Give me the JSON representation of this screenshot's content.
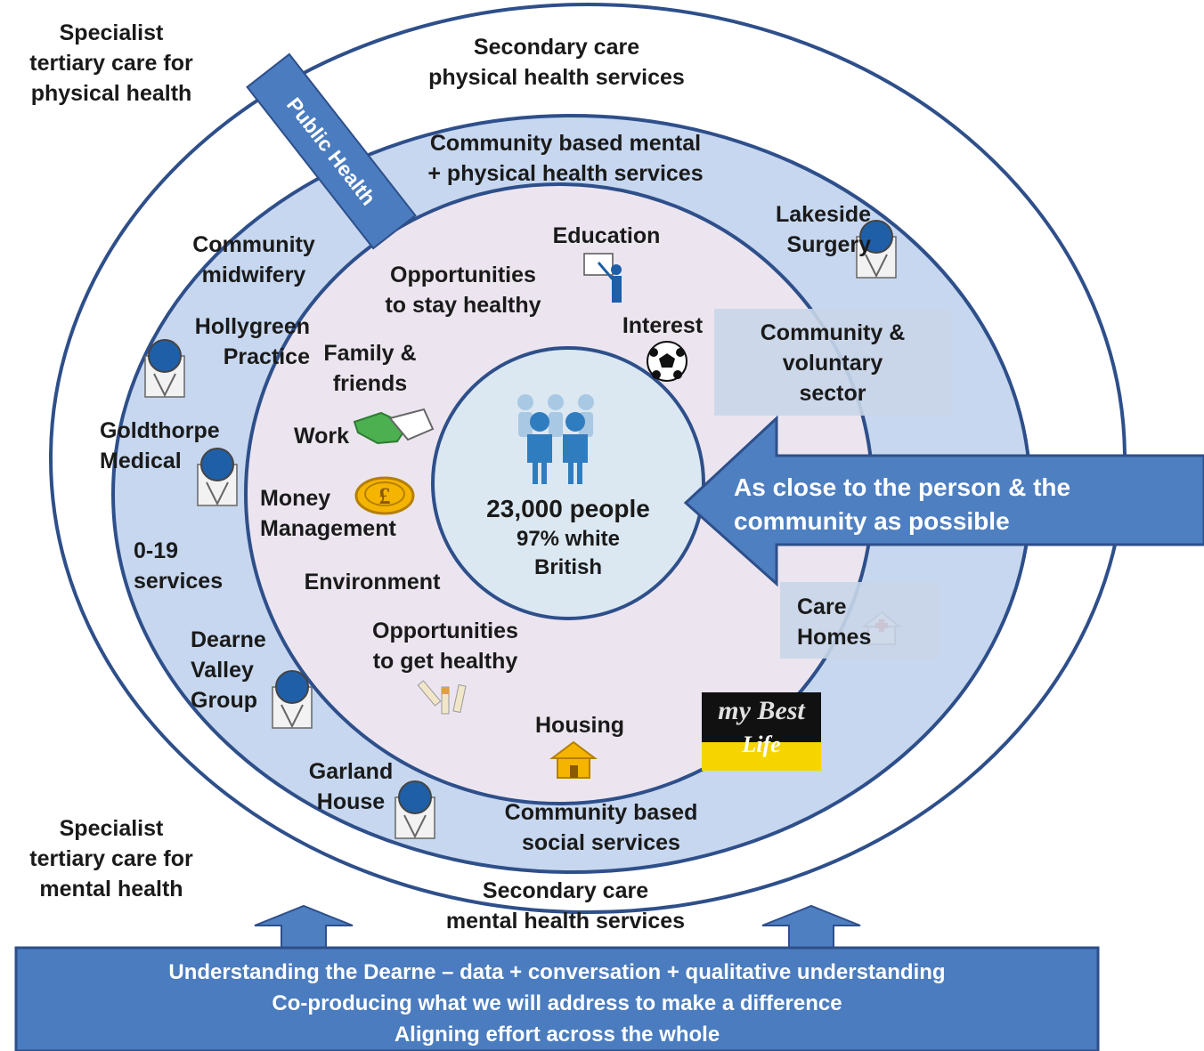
{
  "center": {
    "line1": "23,000 people",
    "line2": "97% white",
    "line3": "British"
  },
  "corners": {
    "tl": [
      "Specialist",
      "tertiary care for",
      "physical  health"
    ],
    "bl": [
      "Specialist",
      "tertiary care for",
      "mental health"
    ]
  },
  "outer_ring": {
    "top": [
      "Secondary  care",
      "physical  health services"
    ],
    "bottom": [
      "Secondary  care",
      "mental health services"
    ]
  },
  "public_health": "Public Health",
  "community_ring": {
    "top": [
      "Community  based mental",
      "+ physical  health services"
    ],
    "bottom": [
      "Community  based",
      "social   services"
    ],
    "midwifery": [
      "Community",
      "midwifery"
    ],
    "hollygreen": [
      "Hollygreen",
      "Practice"
    ],
    "goldthorpe": [
      "Goldthorpe",
      "Medical"
    ],
    "zero19": [
      "0-19",
      "services"
    ],
    "dearne": [
      "Dearne",
      "Valley",
      "Group"
    ],
    "garland": [
      "Garland",
      "House"
    ],
    "lakeside": [
      "Lakeside",
      "Surgery"
    ],
    "voluntary": [
      "Community  &",
      "voluntary",
      "sector"
    ],
    "care_homes": [
      "Care",
      "Homes"
    ]
  },
  "inner_ring": {
    "education": "Education",
    "stay_healthy": [
      "Opportunities",
      "to stay  healthy"
    ],
    "interest": "Interest",
    "family": [
      "Family  &",
      "friends"
    ],
    "work": "Work",
    "money": [
      "Money",
      "Management"
    ],
    "environment": "Environment",
    "get_healthy": [
      "Opportunities",
      "to get healthy"
    ],
    "housing": "Housing",
    "mybestlife": [
      "my Best",
      "Life"
    ]
  },
  "arrow_right": [
    "As close to the person & the",
    "community as possible"
  ],
  "bottom_box": [
    "Understanding the Dearne – data + conversation + qualitative understanding",
    "Co-producing what we  will address to make  a difference",
    "Aligning  effort across  the whole"
  ],
  "colors": {
    "ring_border": "#2e4f8a",
    "band_blue": "#c6d7ef",
    "inner_fill": "#ece5ef",
    "center_fill": "#dbe8f2",
    "arrow_blue": "#4e7fc1",
    "box_blue": "#4a7cbf"
  }
}
